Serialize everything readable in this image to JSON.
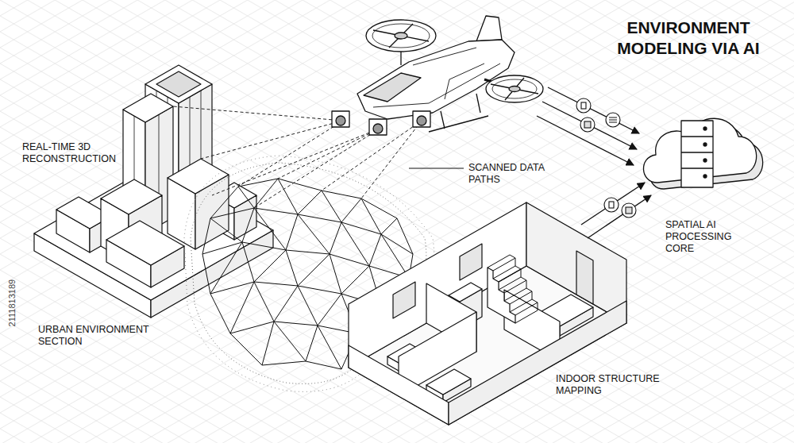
{
  "diagram": {
    "title": "ENVIRONMENT MODELING VIA AI",
    "labels": [
      "REAL-TIME 3D RECONSTRUCTION",
      "SCANNED DATA PATHS",
      "SPATIAL AI PROCESSING CORE",
      "URBAN ENVIRONMENT SECTION",
      "INDOOR STRUCTURE MAPPING",
      "2111813189"
    ]
  }
}
